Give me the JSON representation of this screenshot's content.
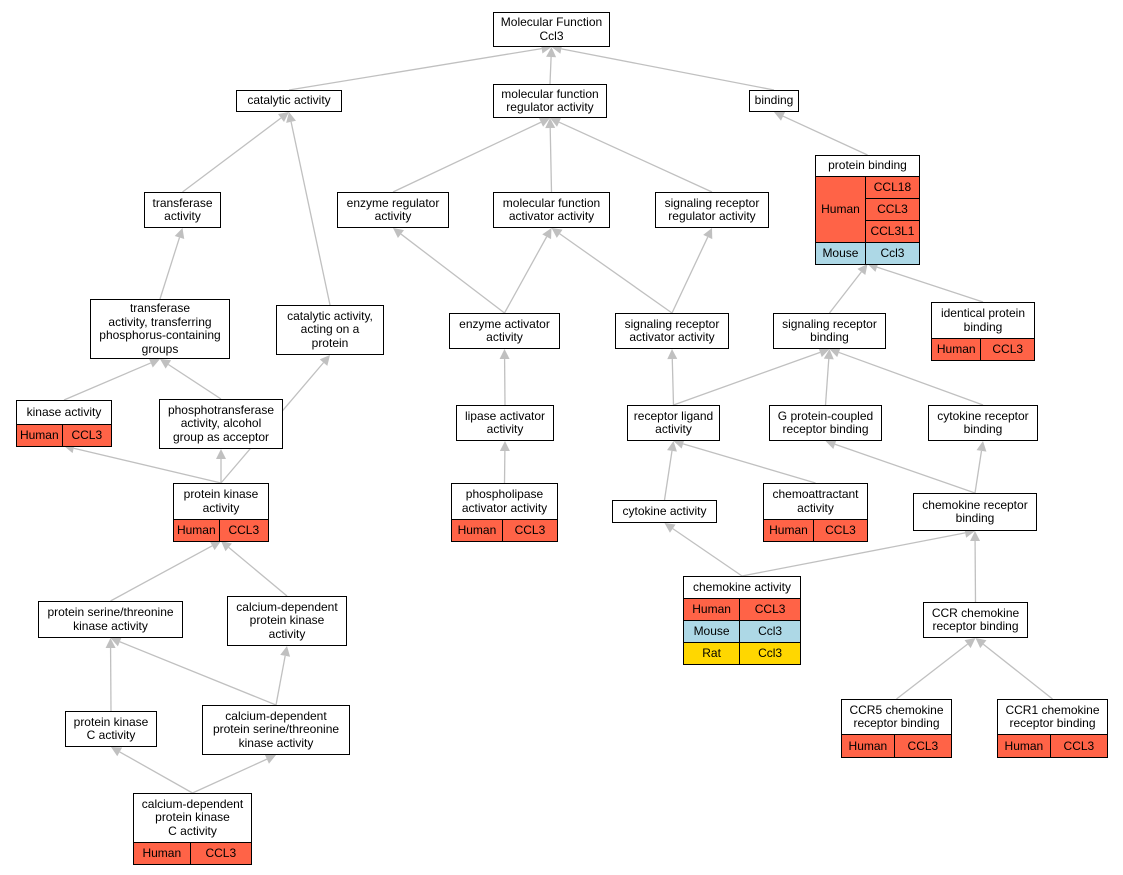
{
  "colors": {
    "edge": "#c0c0c0",
    "Human": "#ff6347",
    "Mouse": "#add8e6",
    "Rat": "#ffd700"
  },
  "nodes": {
    "root": "Molecular Function\nCcl3",
    "catalytic": "catalytic activity",
    "mfra": "molecular function\nregulator activity",
    "binding": "binding",
    "transferase": "transferase\nactivity",
    "enzreg": "enzyme regulator\nactivity",
    "mfaa": "molecular function\nactivator activity",
    "sigrra": "signaling receptor\nregulator activity",
    "protbind": "protein binding",
    "tphos": "transferase\nactivity, transferring\nphosphorus-containing\ngroups",
    "catprot": "catalytic activity,\nacting on a\nprotein",
    "enzact": "enzyme activator\nactivity",
    "sigract": "signaling receptor\nactivator activity",
    "sigrbind": "signaling receptor\nbinding",
    "identical": "identical protein\nbinding",
    "kinase": "kinase activity",
    "phosalc": "phosphotransferase\nactivity, alcohol\ngroup as acceptor",
    "lipase": "lipase activator\nactivity",
    "rligand": "receptor ligand\nactivity",
    "gpcr": "G protein-coupled\nreceptor binding",
    "cytrb": "cytokine receptor\nbinding",
    "pka": "protein kinase\nactivity",
    "phospho": "phospholipase\nactivator activity",
    "cytact": "cytokine activity",
    "chemoatt": "chemoattractant\nactivity",
    "chemrb": "chemokine receptor\nbinding",
    "chemact": "chemokine activity",
    "serthr": "protein serine/threonine\nkinase activity",
    "cdpk": "calcium-dependent\nprotein kinase\nactivity",
    "ccrrb": "CCR chemokine\nreceptor binding",
    "pkc": "protein kinase\nC activity",
    "cdst": "calcium-dependent\nprotein serine/threonine\nkinase activity",
    "ccr5": "CCR5 chemokine\nreceptor binding",
    "ccr1": "CCR1 chemokine\nreceptor binding",
    "cdpkc": "calcium-dependent\nprotein kinase\nC activity"
  },
  "annotations": {
    "protbind": [
      {
        "species": "Human",
        "genes": [
          "CCL18",
          "CCL3",
          "CCL3L1"
        ]
      },
      {
        "species": "Mouse",
        "genes": [
          "Ccl3"
        ]
      }
    ],
    "identical": [
      {
        "species": "Human",
        "genes": [
          "CCL3"
        ]
      }
    ],
    "kinase": [
      {
        "species": "Human",
        "genes": [
          "CCL3"
        ]
      }
    ],
    "pka": [
      {
        "species": "Human",
        "genes": [
          "CCL3"
        ]
      }
    ],
    "phospho": [
      {
        "species": "Human",
        "genes": [
          "CCL3"
        ]
      }
    ],
    "chemoatt": [
      {
        "species": "Human",
        "genes": [
          "CCL3"
        ]
      }
    ],
    "chemact": [
      {
        "species": "Human",
        "genes": [
          "CCL3"
        ]
      },
      {
        "species": "Mouse",
        "genes": [
          "Ccl3"
        ]
      },
      {
        "species": "Rat",
        "genes": [
          "Ccl3"
        ]
      }
    ],
    "ccr5": [
      {
        "species": "Human",
        "genes": [
          "CCL3"
        ]
      }
    ],
    "ccr1": [
      {
        "species": "Human",
        "genes": [
          "CCL3"
        ]
      }
    ],
    "cdpkc": [
      {
        "species": "Human",
        "genes": [
          "CCL3"
        ]
      }
    ]
  },
  "edges": [
    [
      "catalytic",
      "root"
    ],
    [
      "mfra",
      "root"
    ],
    [
      "binding",
      "root"
    ],
    [
      "transferase",
      "catalytic"
    ],
    [
      "catprot",
      "catalytic"
    ],
    [
      "enzreg",
      "mfra"
    ],
    [
      "mfaa",
      "mfra"
    ],
    [
      "sigrra",
      "mfra"
    ],
    [
      "protbind",
      "binding"
    ],
    [
      "tphos",
      "transferase"
    ],
    [
      "enzact",
      "enzreg"
    ],
    [
      "enzact",
      "mfaa"
    ],
    [
      "sigract",
      "mfaa"
    ],
    [
      "sigract",
      "sigrra"
    ],
    [
      "sigrbind",
      "protbind"
    ],
    [
      "identical",
      "protbind"
    ],
    [
      "kinase",
      "tphos"
    ],
    [
      "phosalc",
      "tphos"
    ],
    [
      "lipase",
      "enzact"
    ],
    [
      "rligand",
      "sigract"
    ],
    [
      "rligand",
      "sigrbind"
    ],
    [
      "gpcr",
      "sigrbind"
    ],
    [
      "cytrb",
      "sigrbind"
    ],
    [
      "pka",
      "kinase"
    ],
    [
      "pka",
      "phosalc"
    ],
    [
      "pka",
      "catprot"
    ],
    [
      "phospho",
      "lipase"
    ],
    [
      "cytact",
      "rligand"
    ],
    [
      "chemoatt",
      "rligand"
    ],
    [
      "chemrb",
      "gpcr"
    ],
    [
      "chemrb",
      "cytrb"
    ],
    [
      "chemact",
      "cytact"
    ],
    [
      "chemact",
      "chemrb"
    ],
    [
      "serthr",
      "pka"
    ],
    [
      "cdpk",
      "pka"
    ],
    [
      "ccrrb",
      "chemrb"
    ],
    [
      "pkc",
      "serthr"
    ],
    [
      "cdst",
      "serthr"
    ],
    [
      "cdst",
      "cdpk"
    ],
    [
      "ccr5",
      "ccrrb"
    ],
    [
      "ccr1",
      "ccrrb"
    ],
    [
      "cdpkc",
      "pkc"
    ],
    [
      "cdpkc",
      "cdst"
    ]
  ]
}
